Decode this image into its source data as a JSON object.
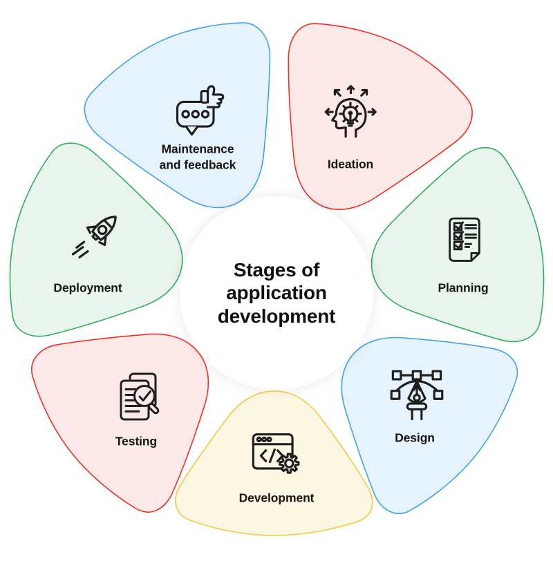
{
  "diagram": {
    "title": "Stages of application development",
    "center": {
      "lines": [
        "Stages of",
        "application",
        "development"
      ]
    },
    "stages": [
      {
        "label": "Ideation",
        "icon": "idea-head-icon",
        "fill": "#FCE9E8",
        "stroke": "#EE3124"
      },
      {
        "label": "Planning",
        "icon": "checklist-icon",
        "fill": "#E9F5EC",
        "stroke": "#2FAE62"
      },
      {
        "label": "Design",
        "icon": "pen-tool-icon",
        "fill": "#E7F3FC",
        "stroke": "#3FA3EA"
      },
      {
        "label": "Development",
        "icon": "code-window-gear-icon",
        "fill": "#FBF7E3",
        "stroke": "#F2CA40"
      },
      {
        "label": "Testing",
        "icon": "document-magnifier-check-icon",
        "fill": "#FCE9E8",
        "stroke": "#EE3124"
      },
      {
        "label": "Deployment",
        "icon": "rocket-icon",
        "fill": "#E9F5EC",
        "stroke": "#2FAE62"
      },
      {
        "label": "Maintenance and feedback",
        "icon": "feedback-thumbs-up-icon",
        "fill": "#E7F3FC",
        "stroke": "#3FA3EA"
      }
    ]
  }
}
